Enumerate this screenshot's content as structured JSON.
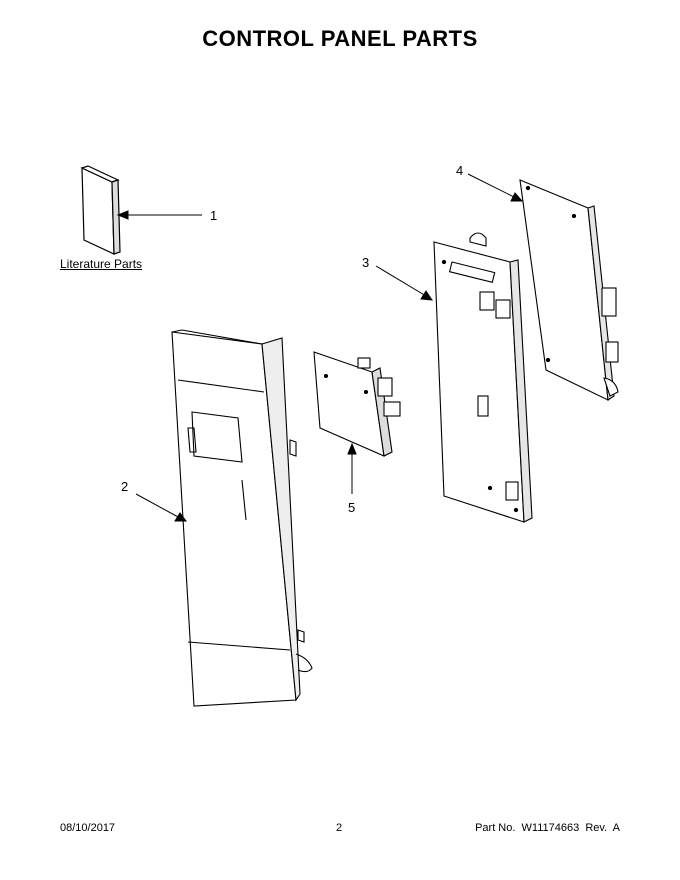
{
  "header": {
    "title": "CONTROL PANEL PARTS"
  },
  "literature": {
    "label": "Literature Parts"
  },
  "callouts": {
    "c1": "1",
    "c2": "2",
    "c3": "3",
    "c4": "4",
    "c5": "5"
  },
  "footer": {
    "date": "08/10/2017",
    "page": "2",
    "part_no": "Part No.  W11174663  Rev.  A"
  }
}
